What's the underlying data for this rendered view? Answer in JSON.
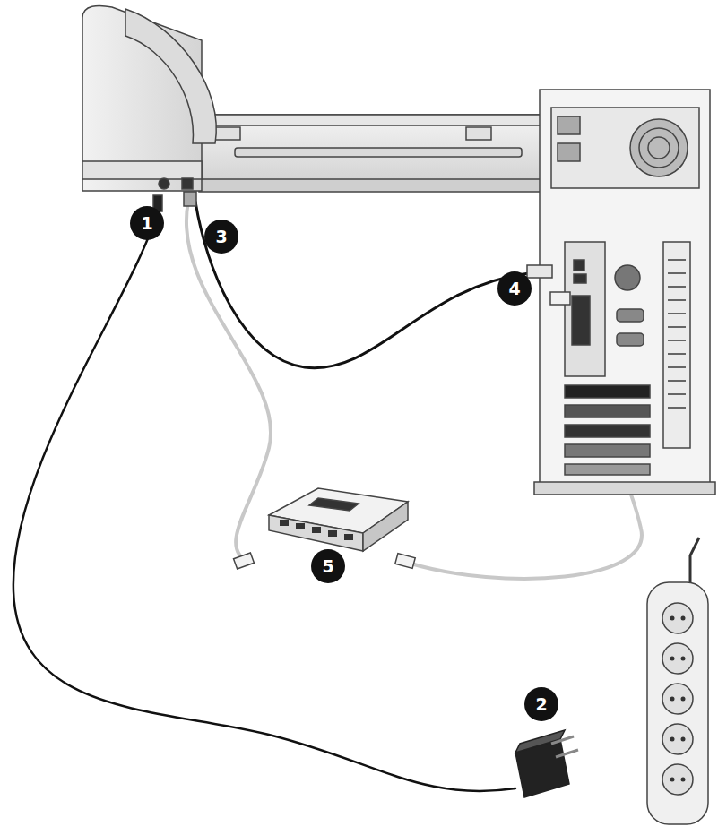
{
  "diagram": {
    "labels": [
      "1",
      "3",
      "4",
      "5",
      "2"
    ]
  }
}
